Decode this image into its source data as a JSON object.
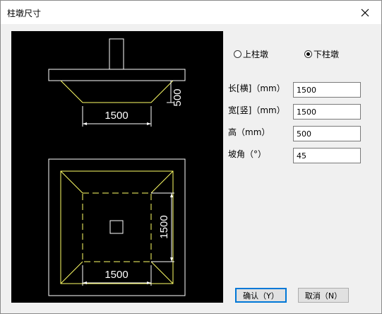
{
  "window": {
    "title": "柱墩尺寸"
  },
  "options": {
    "upper_label": "上柱墩",
    "lower_label": "下柱墩",
    "selected": "lower"
  },
  "fields": {
    "length_label": "长[横]（mm）",
    "length_value": "1500",
    "width_label": "宽[竖]（mm）",
    "width_value": "1500",
    "height_label": "高（mm）",
    "height_value": "500",
    "slope_label": "坡角（°）",
    "slope_value": "45"
  },
  "buttons": {
    "ok_label": "确认（Y）",
    "cancel_label": "取消（N）"
  },
  "drawing": {
    "elevation_width_dim": "1500",
    "elevation_height_dim": "500",
    "plan_width_dim": "1500",
    "plan_height_dim": "1500",
    "colors": {
      "white": "#ffffff",
      "yellow": "#ffff66"
    }
  }
}
